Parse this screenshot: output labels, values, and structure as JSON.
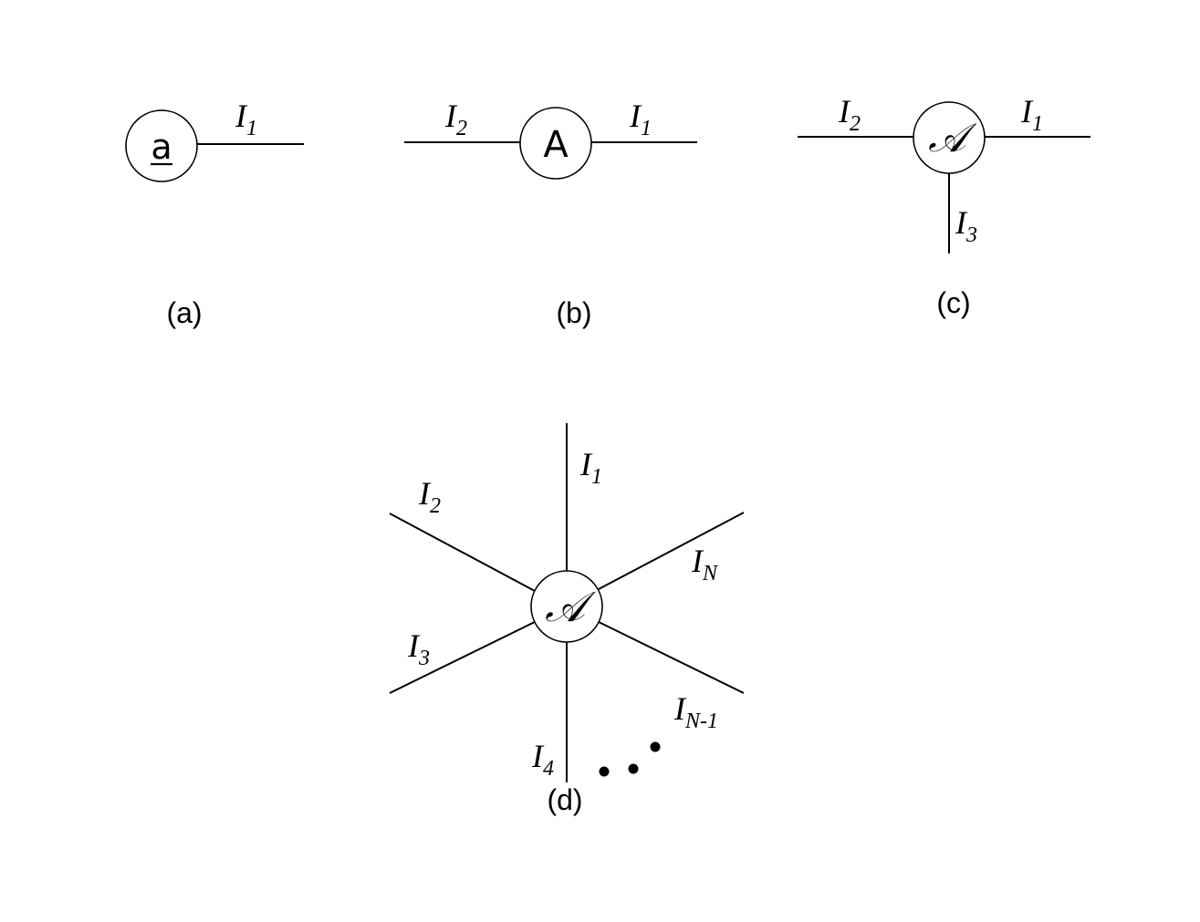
{
  "panels": {
    "a": {
      "caption": "(a)",
      "node_symbol": "a",
      "legs": [
        {
          "main": "I",
          "sub": "1"
        }
      ]
    },
    "b": {
      "caption": "(b)",
      "node_symbol": "A",
      "legs": [
        {
          "main": "I",
          "sub": "2"
        },
        {
          "main": "I",
          "sub": "1"
        }
      ]
    },
    "c": {
      "caption": "(c)",
      "node_symbol": "𝒜",
      "legs": [
        {
          "main": "I",
          "sub": "2"
        },
        {
          "main": "I",
          "sub": "1"
        },
        {
          "main": "I",
          "sub": "3"
        }
      ]
    },
    "d": {
      "caption": "(d)",
      "node_symbol": "𝒜",
      "legs": [
        {
          "main": "I",
          "sub": "1"
        },
        {
          "main": "I",
          "sub": "2"
        },
        {
          "main": "I",
          "sub": "N"
        },
        {
          "main": "I",
          "sub": "3"
        },
        {
          "main": "I",
          "sub": "N-1"
        },
        {
          "main": "I",
          "sub": "4"
        }
      ],
      "ellipsis": "• • •"
    }
  }
}
